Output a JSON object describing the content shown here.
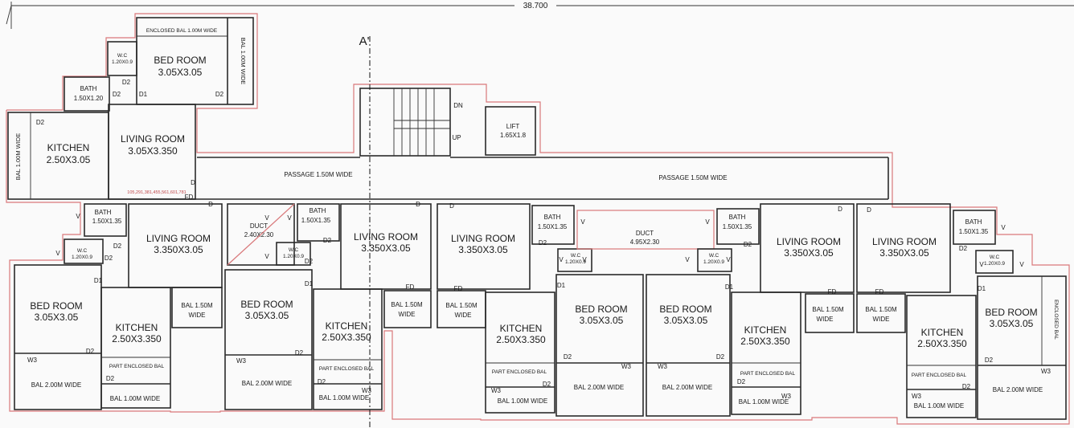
{
  "dimension": {
    "overall_width": "38.700"
  },
  "section": {
    "label": "A'"
  },
  "rooms": {
    "enclosed_bal_top": "ENCLOSED BAL 1.00M WIDE",
    "wc_1": {
      "name": "W.C",
      "size": "1.20X0.9"
    },
    "bedroom_top": {
      "name": "BED ROOM",
      "size": "3.05X3.05"
    },
    "bal_top_vertical": "BAL 1.00M WIDE",
    "bath_top": {
      "name": "BATH",
      "size": "1.50X1.20"
    },
    "kitchen_top": {
      "name": "KITCHEN",
      "size": "2.50X3.05"
    },
    "bal_left_vertical": "BAL 1.00M WIDE",
    "living_top": {
      "name": "LIVING ROOM",
      "size": "3.05X3.350"
    },
    "lift": {
      "name": "LIFT",
      "size": "1.65X1.8"
    },
    "passage_left": "PASSAGE 1.50M WIDE",
    "passage_right": "PASSAGE 1.50M WIDE",
    "stair_dn": "DN",
    "stair_up": "UP",
    "bath_a": {
      "name": "BATH",
      "size": "1.50X1.35"
    },
    "living_a": {
      "name": "LIVING ROOM",
      "size": "3.350X3.05"
    },
    "wc_a": {
      "name": "W.C",
      "size": "1.20X0.9"
    },
    "bedroom_a": {
      "name": "BED ROOM",
      "size": "3.05X3.05"
    },
    "kitchen_a": {
      "name": "KITCHEN",
      "size": "2.50X3.350"
    },
    "part_bal_a": "PART ENCLOSED BAL",
    "bal_a_2m": "BAL 2.00M WIDE",
    "bal_a_1m": "BAL 1.00M WIDE",
    "bal_a_15": {
      "line1": "BAL 1.50M",
      "line2": "WIDE"
    },
    "duct_1": {
      "name": "DUCT",
      "size": "2.40X2.30"
    },
    "bath_b": {
      "name": "BATH",
      "size": "1.50X1.35"
    },
    "wc_b": {
      "name": "W.C",
      "size": "1.20X0.9"
    },
    "bedroom_b": {
      "name": "BED ROOM",
      "size": "3.05X3.05"
    },
    "bal_b_2m": "BAL 2.00M WIDE",
    "kitchen_b": {
      "name": "KITCHEN",
      "size": "2.50X3.350"
    },
    "part_bal_b": "PART ENCLOSED BAL",
    "bal_b_1m": "BAL 1.00M WIDE",
    "living_b": {
      "name": "LIVING ROOM",
      "size": "3.350X3.05"
    },
    "bal_b_15": {
      "line1": "BAL 1.50M",
      "line2": "WIDE"
    },
    "living_c": {
      "name": "LIVING ROOM",
      "size": "3.350X3.05"
    },
    "bal_c_15": {
      "line1": "BAL 1.50M",
      "line2": "WIDE"
    },
    "bath_c": {
      "name": "BATH",
      "size": "1.50X1.35"
    },
    "wc_c": {
      "name": "W.C",
      "size": "1.20X0.9"
    },
    "kitchen_c": {
      "name": "KITCHEN",
      "size": "2.50X3.350"
    },
    "part_bal_c": "PART ENCLOSED BAL",
    "bal_c_1m": "BAL 1.00M WIDE",
    "duct_2": {
      "name": "DUCT",
      "size": "4.95X2.30"
    },
    "bedroom_c": {
      "name": "BED ROOM",
      "size": "3.05X3.05"
    },
    "bal_c_2m": "BAL 2.00M WIDE",
    "bedroom_d": {
      "name": "BED ROOM",
      "size": "3.05X3.05"
    },
    "bal_d_2m": "BAL 2.00M WIDE",
    "wc_d": {
      "name": "W.C",
      "size": "1.20X0.9"
    },
    "bath_d": {
      "name": "BATH",
      "size": "1.50X1.35"
    },
    "kitchen_d": {
      "name": "KITCHEN",
      "size": "2.50X3.350"
    },
    "part_bal_d": "PART ENCLOSED BAL",
    "bal_d_1m": "BAL 1.00M WIDE",
    "living_d": {
      "name": "LIVING ROOM",
      "size": "3.350X3.05"
    },
    "bal_d_15": {
      "line1": "BAL 1.50M",
      "line2": "WIDE"
    },
    "living_e": {
      "name": "LIVING ROOM",
      "size": "3.350X3.05"
    },
    "bal_e_15": {
      "line1": "BAL 1.50M",
      "line2": "WIDE"
    },
    "bath_e": {
      "name": "BATH",
      "size": "1.50X1.35"
    },
    "wc_e": {
      "name": "W.C",
      "size": "1.20X0.9"
    },
    "kitchen_e": {
      "name": "KITCHEN",
      "size": "2.50X3.350"
    },
    "part_bal_e": "PART ENCLOSED BAL",
    "bal_e_1m": "BAL 1.00M WIDE",
    "bedroom_e": {
      "name": "BED ROOM",
      "size": "3.05X3.05"
    },
    "bal_e_2m": "BAL 2.00M WIDE",
    "enclosed_bal_right": "ENCLOSED BAL"
  },
  "marks": {
    "d": "D",
    "d1": "D1",
    "d2": "D2",
    "v": "V",
    "w3": "W3",
    "fd": "FD"
  },
  "survey_ref": "105,291,381,455,561,601,781"
}
